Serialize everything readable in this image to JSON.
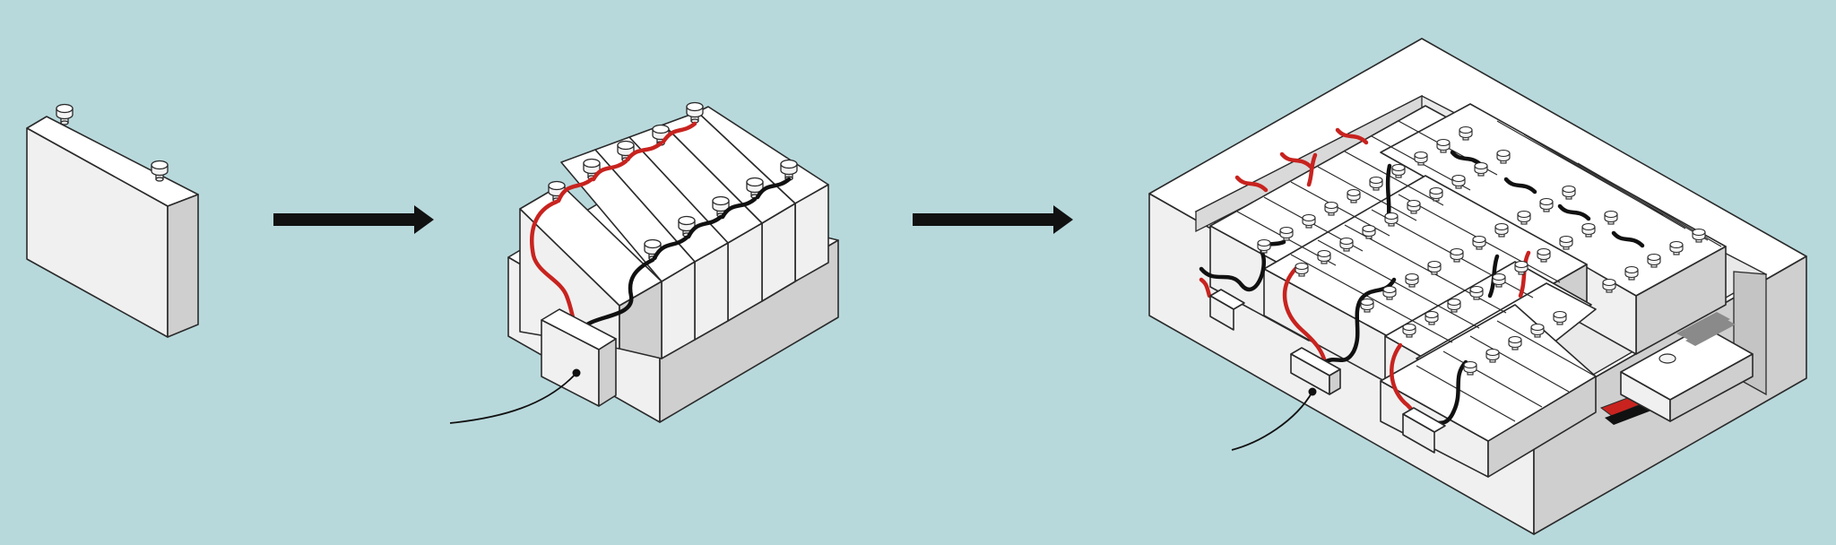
{
  "diagram": {
    "title": "",
    "colors": {
      "background": "#b8d9dc",
      "cell_top": "#ffffff",
      "cell_left": "#f0f0f0",
      "cell_right": "#cfcfcf",
      "wire_positive": "#c8231f",
      "wire_negative": "#111111",
      "arrow": "#111111"
    },
    "stages": [
      {
        "name": "single-cell",
        "cells": 1
      },
      {
        "name": "battery-module",
        "cells": 10
      },
      {
        "name": "battery-pack",
        "modules": 4
      }
    ],
    "arrows": [
      {
        "from": "single-cell",
        "to": "battery-module"
      },
      {
        "from": "battery-module",
        "to": "battery-pack"
      }
    ],
    "labels": []
  }
}
